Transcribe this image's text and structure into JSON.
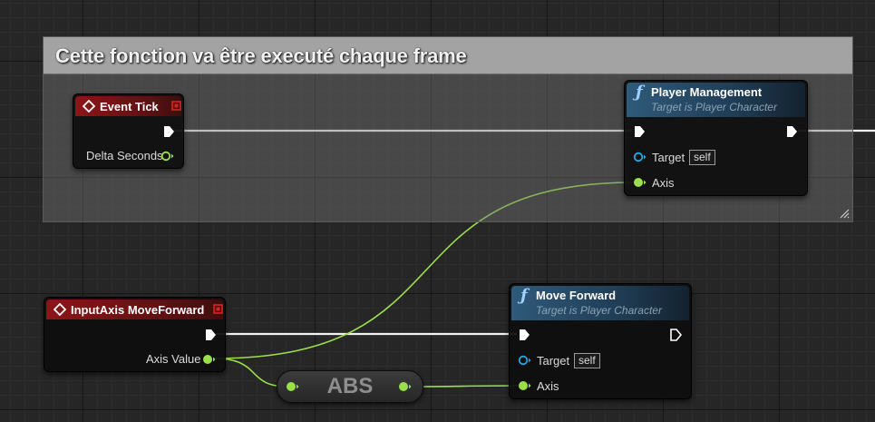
{
  "comment": {
    "title": "Cette fonction va être executé chaque frame"
  },
  "nodes": {
    "event_tick": {
      "title": "Event Tick",
      "output_pin": "Delta Seconds"
    },
    "player_management": {
      "title": "Player Management",
      "subtitle": "Target is Player Character",
      "target_label": "Target",
      "target_value": "self",
      "axis_label": "Axis"
    },
    "input_axis": {
      "title": "InputAxis MoveForward",
      "output_pin": "Axis Value"
    },
    "abs": {
      "title": "ABS"
    },
    "move_forward": {
      "title": "Move Forward",
      "subtitle": "Target is Player Character",
      "target_label": "Target",
      "target_value": "self",
      "axis_label": "Axis"
    }
  },
  "icons": {
    "function": "function-f-icon",
    "event": "event-diamond-icon",
    "exec": "exec-pin-icon"
  },
  "colors": {
    "event_header": "#8c1518",
    "function_header": "#2f5a7a",
    "float_wire": "#9be04a",
    "object_pin": "#2ea3e0",
    "exec_wire": "#ffffff"
  }
}
